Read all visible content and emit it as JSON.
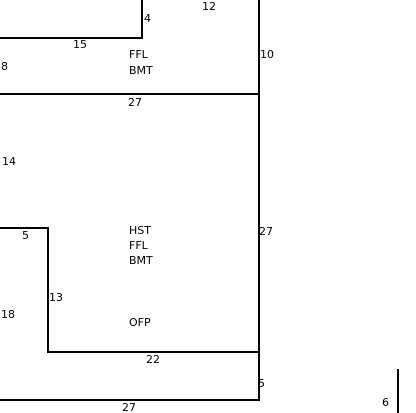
{
  "sketch": {
    "dimensions": {
      "d_4": "4",
      "d_12": "12",
      "d_15": "15",
      "d_8": "8",
      "d_10": "10",
      "d_27_mid": "27",
      "d_14": "14",
      "d_27_right": "27",
      "d_5_left": "5",
      "d_13": "13",
      "d_18": "18",
      "d_22": "22",
      "d_5_right": "5",
      "d_27_bottom": "27",
      "d_6": "6"
    },
    "areas": {
      "upper": {
        "line1": "FFL",
        "line2": "BMT"
      },
      "main": {
        "line1": "HST",
        "line2": "FFL",
        "line3": "BMT",
        "line4": "OFP"
      }
    }
  }
}
